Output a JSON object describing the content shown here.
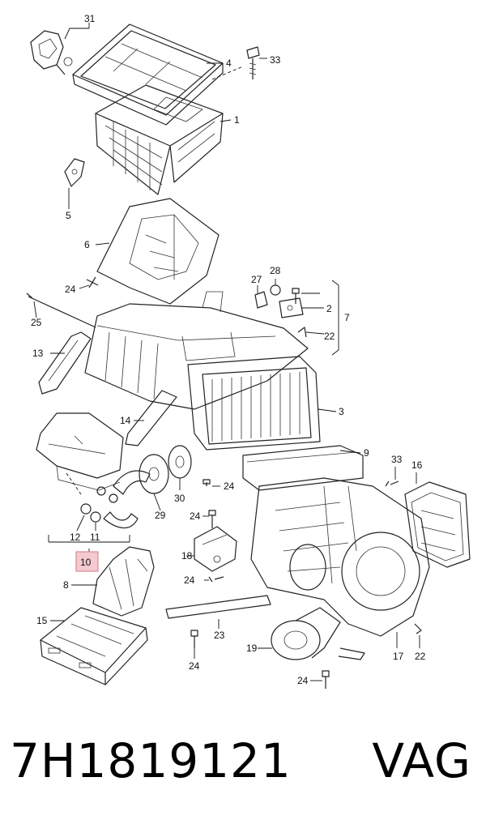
{
  "diagram": {
    "callouts": [
      "31",
      "4",
      "33",
      "1",
      "5",
      "6",
      "27",
      "28",
      "24",
      "25",
      "2",
      "7",
      "22",
      "13",
      "3",
      "14",
      "9",
      "33",
      "16",
      "30",
      "29",
      "24",
      "24",
      "12",
      "11",
      "18",
      "10",
      "24",
      "8",
      "23",
      "15",
      "19",
      "17",
      "22",
      "24",
      "24"
    ],
    "highlighted_callout": "10",
    "highlight_color": "#f4c9cf"
  },
  "footer": {
    "part_number": "7H1819121",
    "brand": "VAG"
  }
}
